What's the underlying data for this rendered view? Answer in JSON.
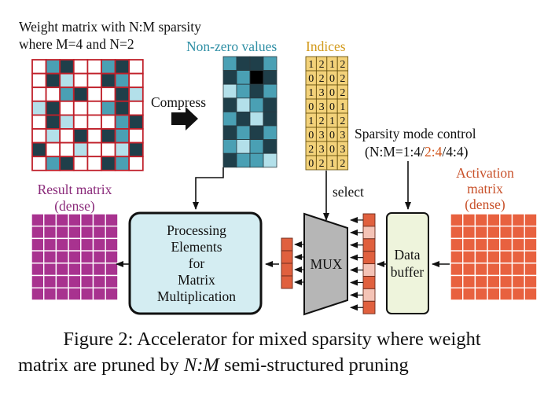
{
  "colors": {
    "weight_border": "#c0202a",
    "weight_dark": "#1f3f4a",
    "weight_mid": "#4aa0b4",
    "weight_light": "#b3e0ea",
    "indices_fill": "#f3d27a",
    "indices_label": "#d29a1c",
    "nonzero_label": "#2f8fa5",
    "result_fill": "#a8328f",
    "activation_fill": "#e8613f",
    "activation_label": "#c8512a",
    "pe_fill": "#d4edf2",
    "mux_fill": "#b6b6b6",
    "buffer_fill": "#eef4dc",
    "vector_light": "#f4c3b6",
    "vector_dark": "#e0603e"
  },
  "weight": {
    "title_line1": "Weight matrix with N:M sparsity",
    "title_line2": "where M=4 and N=2",
    "grid": [
      "01200120",
      "02100210",
      "00120021",
      "12000120",
      "02100012",
      "01020210",
      "20010012",
      "01200210"
    ]
  },
  "compress": {
    "label": "Compress",
    "arrow_icon": "right-arrow-icon"
  },
  "nonzero": {
    "title": "Non-zero values",
    "grid": [
      "1221",
      "2132",
      "0121",
      "2012",
      "1202",
      "2121",
      "1012",
      "2110"
    ]
  },
  "indices": {
    "title": "Indices",
    "rows": [
      "1212",
      "0202",
      "1302",
      "0301",
      "1212",
      "0303",
      "2303",
      "0212"
    ]
  },
  "sparsity": {
    "line1": "Sparsity mode control",
    "line2_open": "(N:M=1:4/",
    "line2_highlight": "2:4",
    "line2_close": "/4:4)",
    "highlight_color": "#d2571f"
  },
  "select_label": "select",
  "result": {
    "line1": "Result matrix",
    "line2": "(dense)",
    "label_color": "#8a2a7a"
  },
  "activation": {
    "line1": "Activation",
    "line2": "matrix",
    "line3": "(dense)"
  },
  "pe": {
    "line1": "Processing",
    "line2": "Elements",
    "line3": "for",
    "line4": "Matrix",
    "line5": "Multiplication"
  },
  "mux": {
    "label": "MUX"
  },
  "buffer": {
    "line1": "Data",
    "line2": "buffer"
  },
  "input_vector": [
    1,
    0,
    1,
    1,
    0,
    1,
    0,
    1
  ],
  "caption": {
    "line1": "Figure 2: Accelerator for mixed sparsity where weight",
    "line2_pre": "matrix are pruned by ",
    "line2_math": "N:M",
    "line2_post": " semi-structured pruning"
  }
}
